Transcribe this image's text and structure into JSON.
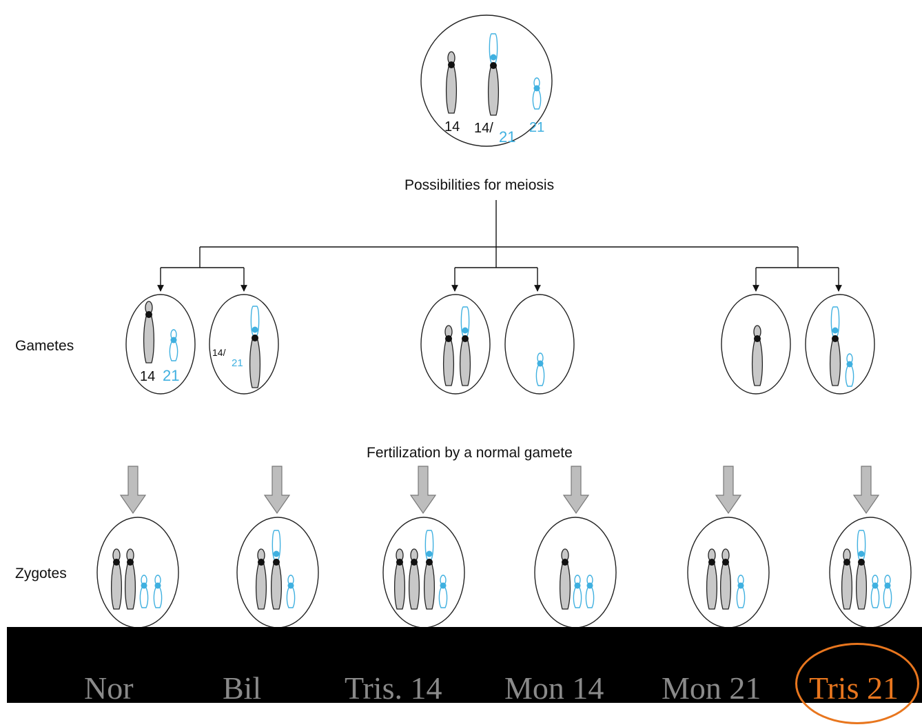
{
  "diagram": {
    "parent_labels": [
      "14",
      "14/",
      "21",
      "21"
    ],
    "meiosis_label": "Possibilities for meiosis",
    "row_labels": {
      "gametes": "Gametes",
      "zygotes": "Zygotes"
    },
    "gamete_labels": [
      "14",
      "21",
      "14/",
      "21"
    ],
    "fertilization_label": "Fertilization by a normal gamete",
    "outcomes": [
      {
        "label": "Nor"
      },
      {
        "label": "Bil"
      },
      {
        "label": "Tris. 14"
      },
      {
        "label": "Mon 14"
      },
      {
        "label": "Mon 21"
      },
      {
        "label": "Tris 21",
        "highlighted": true
      }
    ],
    "colors": {
      "chromosome_14": "#c8c8c8",
      "chromosome_21": "#3fb0e0",
      "outcome_text": "#8a8a8a",
      "highlight": "#e8761e",
      "bar": "#000000"
    }
  }
}
